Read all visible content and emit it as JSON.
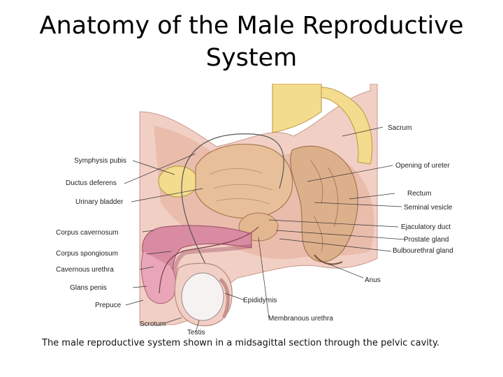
{
  "title": "Anatomy of the Male Reproductive System",
  "caption": "The male reproductive system shown in a midsagittal section through the pelvic cavity.",
  "labels": {
    "sacrum": "Sacrum",
    "symphysis_pubis": "Symphysis pubis",
    "opening_of_ureter": "Opening of ureter",
    "ductus_deferens": "Ductus deferens",
    "rectum": "Rectum",
    "urinary_bladder": "Urinary bladder",
    "seminal_vesicle": "Seminal vesicle",
    "ejaculatory_duct": "Ejaculatory duct",
    "corpus_cavernosum": "Corpus cavernosum",
    "prostate_gland": "Prostate gland",
    "corpus_spongiosum": "Corpus spongiosum",
    "bulbourethral_gland": "Bulbourethral gland",
    "cavernous_urethra": "Cavernous urethra",
    "anus": "Anus",
    "glans_penis": "Glans penis",
    "prepuce": "Prepuce",
    "epididymis": "Epididymis",
    "membranous_urethra": "Membranous urethra",
    "scrotum": "Scrotum",
    "testis": "Testis"
  },
  "colors": {
    "skin": "#f2cfc4",
    "tissue": "#e9b8a8",
    "bone": "#f4dc8e",
    "bladder": "#e7c09a",
    "rectum": "#ddb08c",
    "penis": "#d98ba2",
    "testis": "#f6f2f2",
    "line": "#333333"
  }
}
